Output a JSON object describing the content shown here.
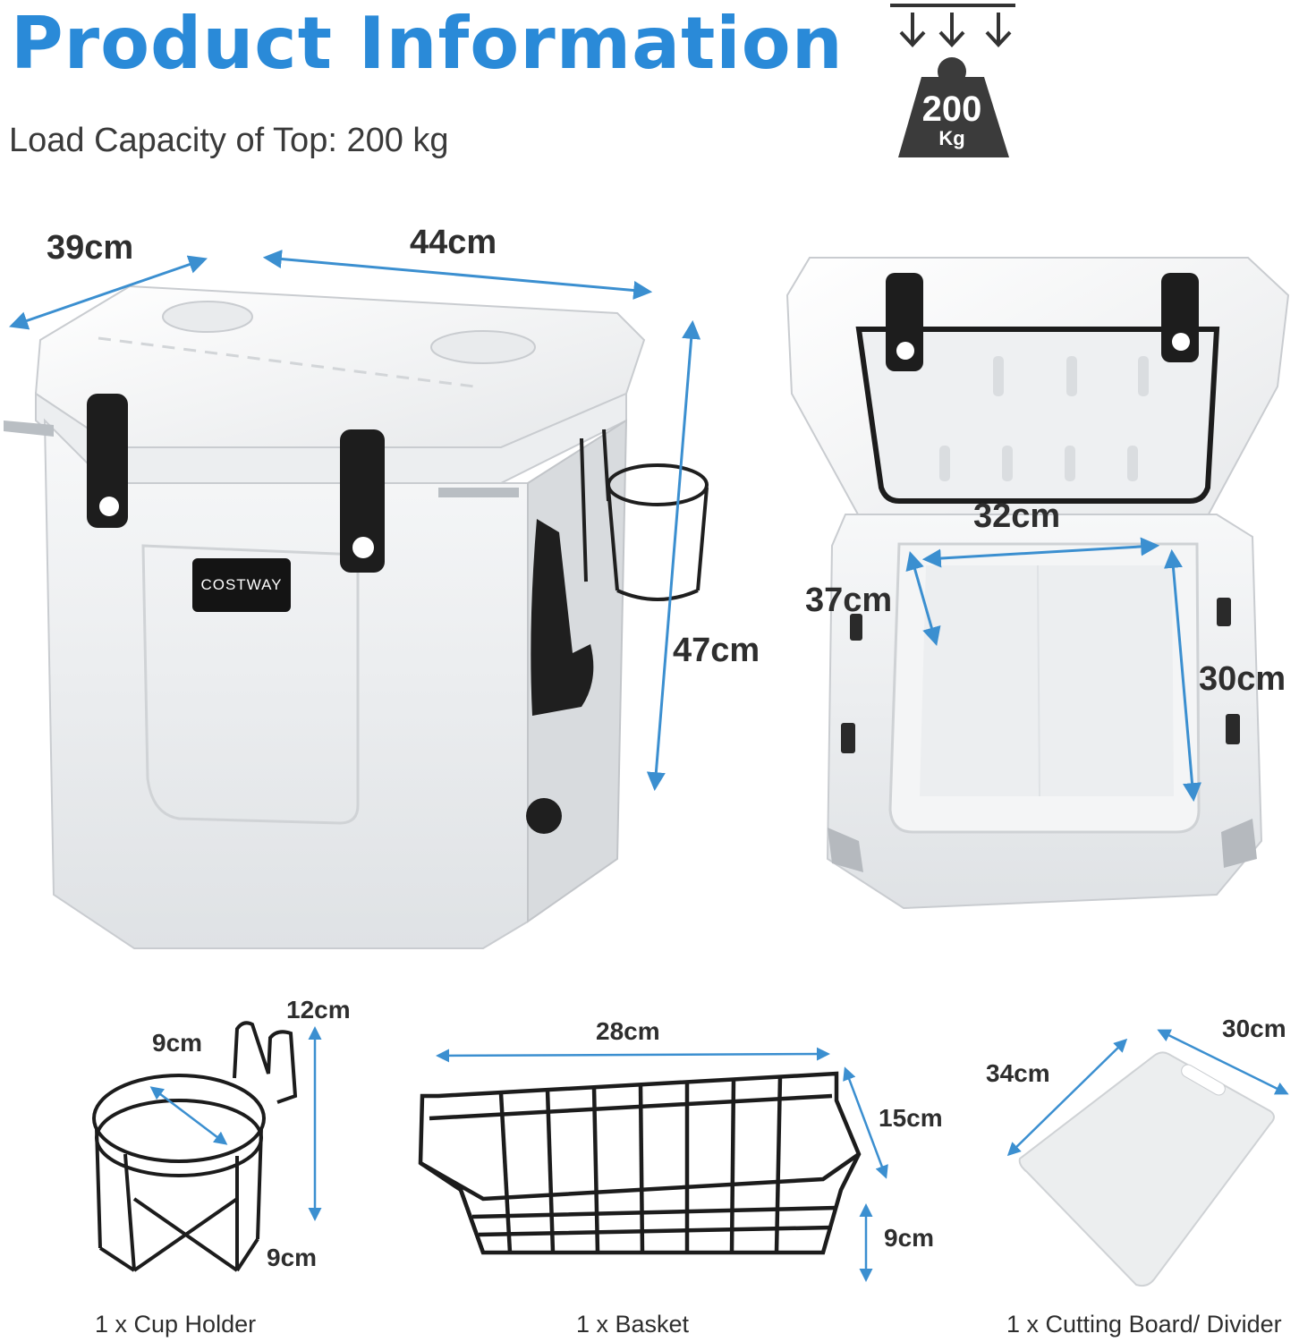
{
  "header": {
    "title": "Product Information",
    "subtitle": "Load Capacity of Top: 200 kg"
  },
  "weight_icon": {
    "value": "200",
    "unit": "Kg"
  },
  "cooler": {
    "brand": "COSTWAY",
    "depth": "39cm",
    "width": "44cm",
    "height": "47cm"
  },
  "interior": {
    "width": "32cm",
    "depth": "37cm",
    "height": "30cm"
  },
  "accessories": {
    "cup_holder": {
      "diameter": "9cm",
      "height": "12cm",
      "bottom": "9cm",
      "caption": "1 x Cup Holder"
    },
    "basket": {
      "length": "28cm",
      "height": "15cm",
      "foot": "9cm",
      "caption": "1 x Basket"
    },
    "board": {
      "length": "34cm",
      "width": "30cm",
      "caption": "1 x Cutting Board/ Divider"
    }
  },
  "colors": {
    "accent": "#2a8ad8",
    "dimension_arrow": "#3b8fd0",
    "dark": "#2e2e2e"
  }
}
